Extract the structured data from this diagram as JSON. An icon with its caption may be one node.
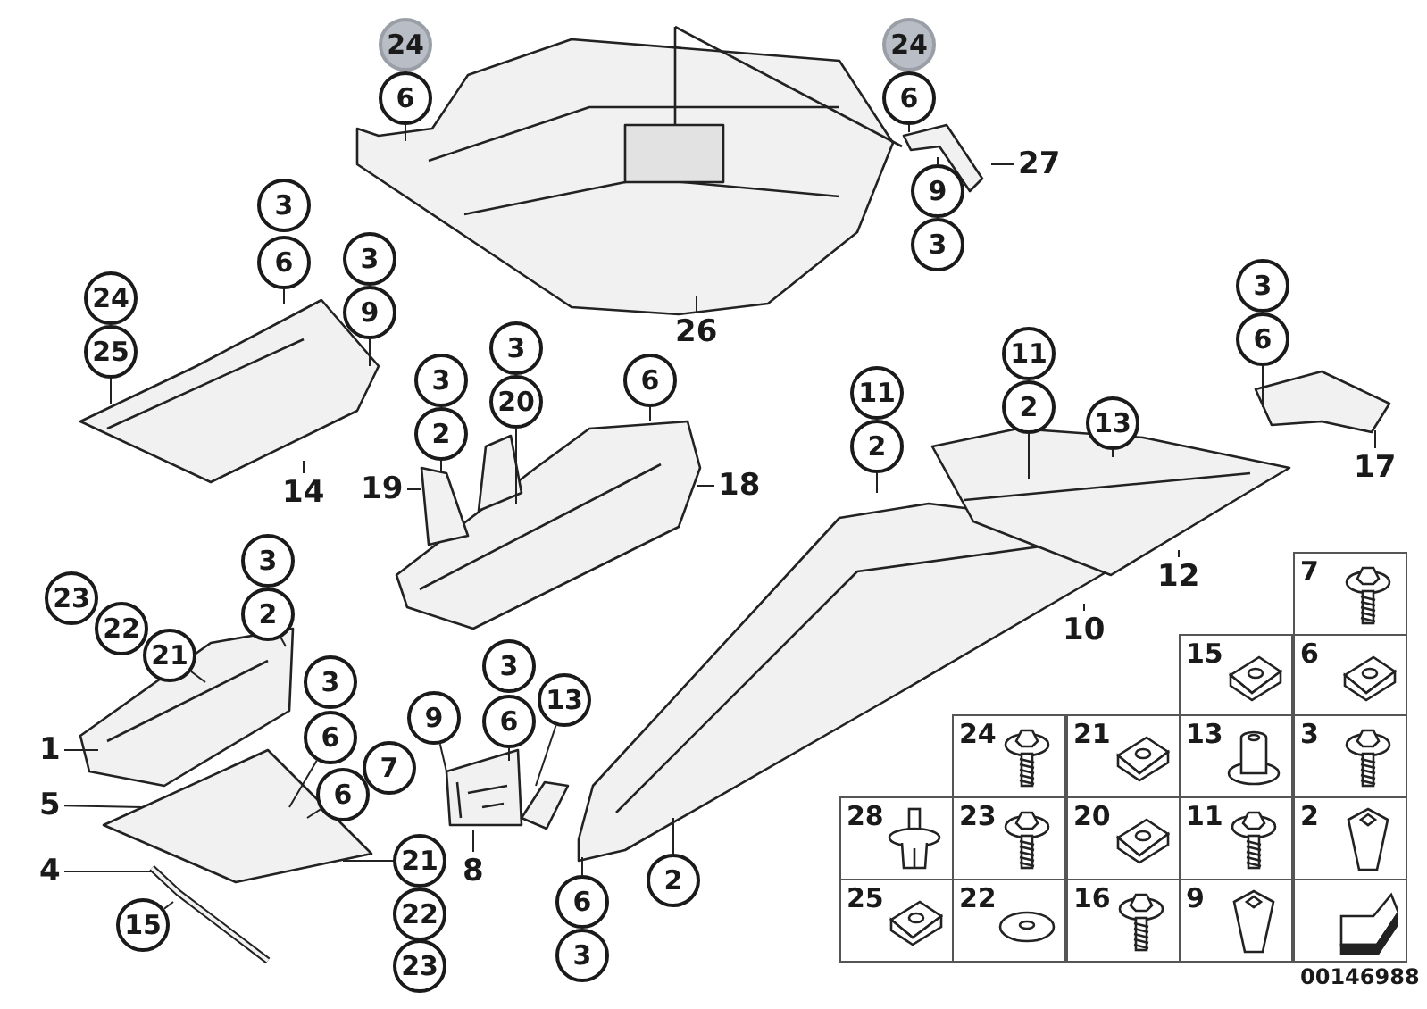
{
  "diagram": {
    "nodes": [
      {
        "text": [
          "24"
        ]
      },
      {
        "text": [
          "6"
        ]
      },
      {
        "text": [
          "24"
        ]
      },
      {
        "text": [
          "6"
        ]
      },
      {
        "text": [
          "27"
        ]
      },
      {
        "text": [
          "9"
        ]
      },
      {
        "text": [
          "3"
        ]
      },
      {
        "text": [
          "3"
        ]
      },
      {
        "text": [
          "6"
        ]
      },
      {
        "text": [
          "3"
        ]
      },
      {
        "text": [
          "9"
        ]
      },
      {
        "text": [
          "24"
        ]
      },
      {
        "text": [
          "25"
        ]
      },
      {
        "text": [
          "26"
        ]
      },
      {
        "text": [
          "3"
        ]
      },
      {
        "text": [
          "6"
        ]
      },
      {
        "text": [
          "3"
        ]
      },
      {
        "text": [
          "20"
        ]
      },
      {
        "text": [
          "11"
        ]
      },
      {
        "text": [
          "2"
        ]
      },
      {
        "text": [
          "3"
        ]
      },
      {
        "text": [
          "2"
        ]
      },
      {
        "text": [
          "6"
        ]
      },
      {
        "text": [
          "11"
        ]
      },
      {
        "text": [
          "2"
        ]
      },
      {
        "text": [
          "13"
        ]
      },
      {
        "text": [
          "17"
        ]
      },
      {
        "text": [
          "14"
        ]
      },
      {
        "text": [
          "19"
        ]
      },
      {
        "text": [
          "18"
        ]
      },
      {
        "text": [
          "12"
        ]
      },
      {
        "text": [
          "3"
        ]
      },
      {
        "text": [
          "2"
        ]
      },
      {
        "text": [
          "23"
        ]
      },
      {
        "text": [
          "22"
        ]
      },
      {
        "text": [
          "21"
        ]
      },
      {
        "text": [
          "10"
        ]
      },
      {
        "text": [
          "3"
        ]
      },
      {
        "text": [
          "3"
        ]
      },
      {
        "text": [
          "13"
        ]
      },
      {
        "text": [
          "9"
        ]
      },
      {
        "text": [
          "6"
        ]
      },
      {
        "text": [
          "6"
        ]
      },
      {
        "text": [
          "1"
        ]
      },
      {
        "text": [
          "7"
        ]
      },
      {
        "text": [
          "6"
        ]
      },
      {
        "text": [
          "5"
        ]
      },
      {
        "text": [
          "21"
        ]
      },
      {
        "text": [
          "4"
        ]
      },
      {
        "text": [
          "8"
        ]
      },
      {
        "text": [
          "2"
        ]
      },
      {
        "text": [
          "6"
        ]
      },
      {
        "text": [
          "22"
        ]
      },
      {
        "text": [
          "15"
        ]
      },
      {
        "text": [
          "3"
        ]
      },
      {
        "text": [
          "23"
        ]
      },
      {
        "text": [],
        "shape": "picture"
      },
      {
        "text": [],
        "shape": "picture"
      },
      {
        "text": [],
        "shape": "picture"
      },
      {
        "text": [],
        "shape": "picture"
      },
      {
        "text": [],
        "shape": "picture"
      },
      {
        "text": [],
        "shape": "picture"
      },
      {
        "text": [],
        "shape": "picture"
      },
      {
        "text": [],
        "shape": "picture"
      },
      {
        "text": [],
        "shape": "picture"
      },
      {
        "text": [],
        "shape": "picture"
      },
      {
        "text": [],
        "shape": "picture"
      },
      {
        "text": [],
        "shape": "picture"
      },
      {
        "text": [],
        "shape": "picture"
      },
      {
        "text": [],
        "shape": "picture"
      }
    ],
    "edges": [
      {
        "from": 1,
        "to": 56,
        "arrow": "none"
      },
      {
        "from": 3,
        "to": 64,
        "arrow": "none"
      },
      {
        "from": 4,
        "to": 64,
        "arrow": "none"
      },
      {
        "from": 5,
        "to": 64,
        "arrow": "none"
      },
      {
        "from": 8,
        "to": 57,
        "arrow": "none"
      },
      {
        "from": 10,
        "to": 57,
        "arrow": "none"
      },
      {
        "from": 12,
        "to": 57,
        "arrow": "none"
      },
      {
        "from": 13,
        "to": 56,
        "arrow": "none"
      },
      {
        "from": 15,
        "to": 63,
        "arrow": "none"
      },
      {
        "from": 17,
        "to": 60,
        "arrow": "none"
      },
      {
        "from": 19,
        "to": 62,
        "arrow": "none"
      },
      {
        "from": 21,
        "to": 59,
        "arrow": "none"
      },
      {
        "from": 22,
        "to": 58,
        "arrow": "none"
      },
      {
        "from": 24,
        "to": 61,
        "arrow": "none"
      },
      {
        "from": 25,
        "to": 62,
        "arrow": "none"
      },
      {
        "from": 26,
        "to": 63,
        "arrow": "none"
      },
      {
        "from": 27,
        "to": 57,
        "arrow": "none"
      },
      {
        "from": 28,
        "to": 59,
        "arrow": "none"
      },
      {
        "from": 29,
        "to": 58,
        "arrow": "none"
      },
      {
        "from": 30,
        "to": 62,
        "arrow": "none"
      },
      {
        "from": 32,
        "to": 65,
        "arrow": "none"
      },
      {
        "from": 35,
        "to": 65,
        "arrow": "none"
      },
      {
        "from": 36,
        "to": 61,
        "arrow": "none"
      },
      {
        "from": 41,
        "to": 67,
        "arrow": "none"
      },
      {
        "from": 39,
        "to": 68,
        "arrow": "none"
      },
      {
        "from": 40,
        "to": 67,
        "arrow": "none"
      },
      {
        "from": 42,
        "to": 66,
        "arrow": "none"
      },
      {
        "from": 43,
        "to": 65,
        "arrow": "none"
      },
      {
        "from": 45,
        "to": 66,
        "arrow": "none"
      },
      {
        "from": 46,
        "to": 66,
        "arrow": "none"
      },
      {
        "from": 47,
        "to": 66,
        "arrow": "none"
      },
      {
        "from": 48,
        "to": 69,
        "arrow": "none"
      },
      {
        "from": 49,
        "to": 67,
        "arrow": "none"
      },
      {
        "from": 50,
        "to": 61,
        "arrow": "none"
      },
      {
        "from": 51,
        "to": 61,
        "arrow": "none"
      },
      {
        "from": 53,
        "to": 69,
        "arrow": "none"
      }
    ],
    "labels": [
      "7",
      "15",
      "6",
      "24",
      "21",
      "13",
      "3",
      "28",
      "23",
      "20",
      "11",
      "2",
      "25",
      "22",
      "16",
      "9",
      "00146988"
    ]
  }
}
